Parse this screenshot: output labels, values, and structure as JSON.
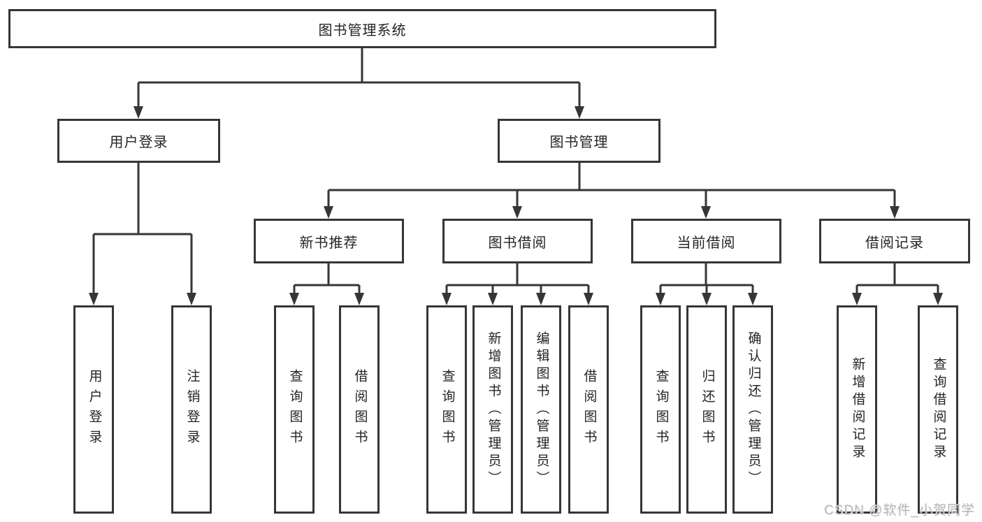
{
  "diagram": {
    "title_node": "图书管理系统",
    "level2": {
      "user_login": "用户登录",
      "book_management": "图书管理"
    },
    "level3": {
      "new_book_recommend": "新书推荐",
      "book_borrow": "图书借阅",
      "current_borrow": "当前借阅",
      "borrow_records": "借阅记录"
    },
    "leaves": [
      "用户登录",
      "注销登录",
      "查询图书",
      "借阅图书",
      "查询图书",
      "新增图书（管理员）",
      "编辑图书（管理员）",
      "借阅图书",
      "查询图书",
      "归还图书",
      "确认归还（管理员）",
      "新增借阅记录",
      "查询借阅记录"
    ],
    "watermark": "CSDN @软件_小贺同学",
    "colors": {
      "line": "#363636",
      "box_border": "#363636",
      "text": "#242424",
      "watermark": "#b9b9b9",
      "background": "#ffffff"
    }
  }
}
